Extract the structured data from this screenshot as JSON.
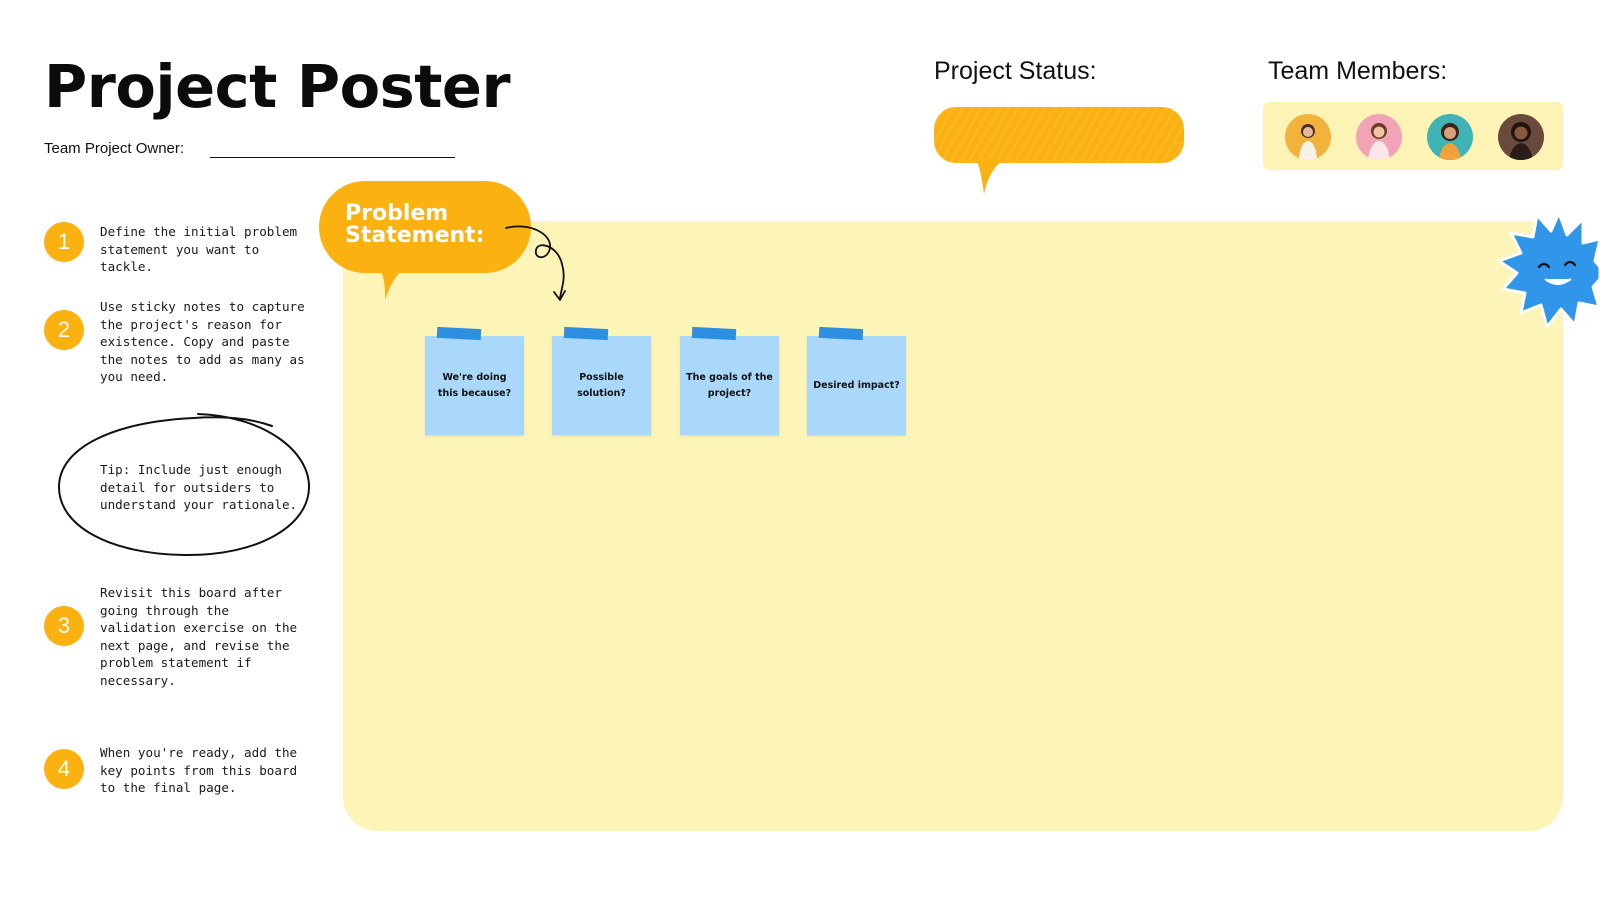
{
  "header": {
    "title": "Project Poster",
    "owner_label": "Team Project Owner:"
  },
  "status": {
    "heading": "Project Status:"
  },
  "team": {
    "heading": "Team Members:",
    "members": [
      {
        "name": "avatar-1",
        "bg": "#f2b33d"
      },
      {
        "name": "avatar-2",
        "bg": "#f3a3b6"
      },
      {
        "name": "avatar-3",
        "bg": "#3fb3b6"
      },
      {
        "name": "avatar-4",
        "bg": "#6b4a3e"
      }
    ]
  },
  "problem_statement": {
    "label": "Problem\nStatement:"
  },
  "steps": [
    {
      "number": "1",
      "text": "Define the initial problem statement you want to tackle."
    },
    {
      "number": "2",
      "text": "Use sticky notes to capture the project's reason for existence. Copy and paste the notes to add as many as you need."
    },
    {
      "number": "3",
      "text": "Revisit this board after going through the validation exercise on the next page, and revise the problem statement if necessary."
    },
    {
      "number": "4",
      "text": "When you're ready, add the key points from this board to the final page."
    }
  ],
  "tip": {
    "text": "Tip: Include just enough detail for outsiders to understand your rationale."
  },
  "notes": [
    {
      "text": "We're doing this because?"
    },
    {
      "text": "Possible solution?"
    },
    {
      "text": "The goals of the project?"
    },
    {
      "text": "Desired impact?"
    }
  ],
  "colors": {
    "accent": "#fbb10f",
    "board": "#fdf4b8",
    "note": "#a9d8fb",
    "tape": "#2e8fe0",
    "sun": "#2f96ea"
  }
}
